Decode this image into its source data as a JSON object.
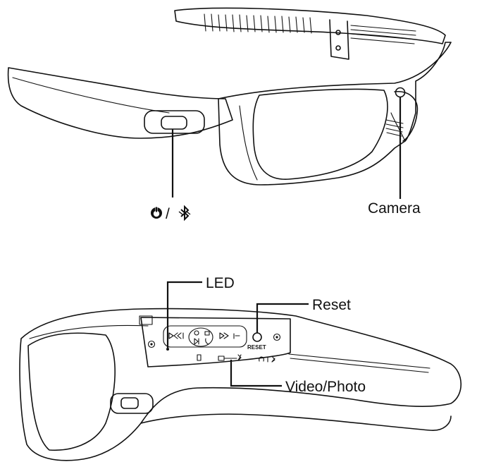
{
  "labels": {
    "camera": "Camera",
    "led": "LED",
    "reset": "Reset",
    "video_photo": "Video/Photo",
    "reset_button_text": "RESET"
  },
  "icons": {
    "power": "power-icon",
    "bluetooth": "bluetooth-icon",
    "separator": "/"
  },
  "colors": {
    "line": "#111111",
    "background": "#ffffff"
  }
}
